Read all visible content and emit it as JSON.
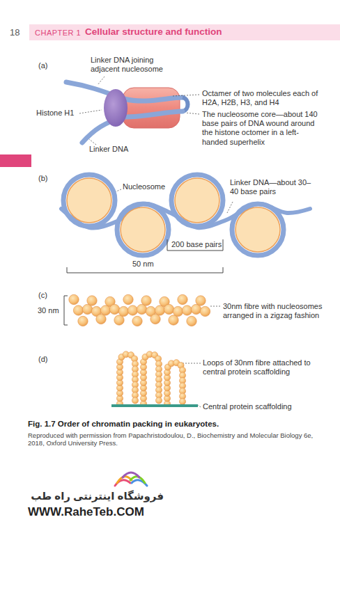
{
  "diagram": {
    "title": "Cellular structure and function",
    "caption": "Fig. 1.7 Order of chromatin packing in eukaryotes.",
    "labels": [
      "18",
      "CHAPTER 1",
      "(a)",
      "Linker DNA joining adjacent nucleosome",
      "Octamer of two molecules each of H2A, H2B, H3, and H4",
      "Histone H1",
      "The nucleosome core—about 140 base pairs of DNA wound around the histone octomer in a left-handed superhelix",
      "Linker DNA",
      "(b)",
      "Nucleosome",
      "Linker DNA—about 30–40 base pairs",
      "200 base pairs",
      "50 nm",
      "(c)",
      "30 nm",
      "30nm fibre with nucleosomes arranged in a zigzag fashion",
      "(d)",
      "Loops of 30nm fibre attached to central protein scaffolding",
      "Central protein scaffolding",
      "Reproduced with permission from Papachristodoulou, D., Biochemistry and Molecular Biology 6e, 2018, Oxford University Press.",
      "فروشگاه اینترنتی راه طب",
      "WWW.RaheTeb.COM"
    ]
  }
}
